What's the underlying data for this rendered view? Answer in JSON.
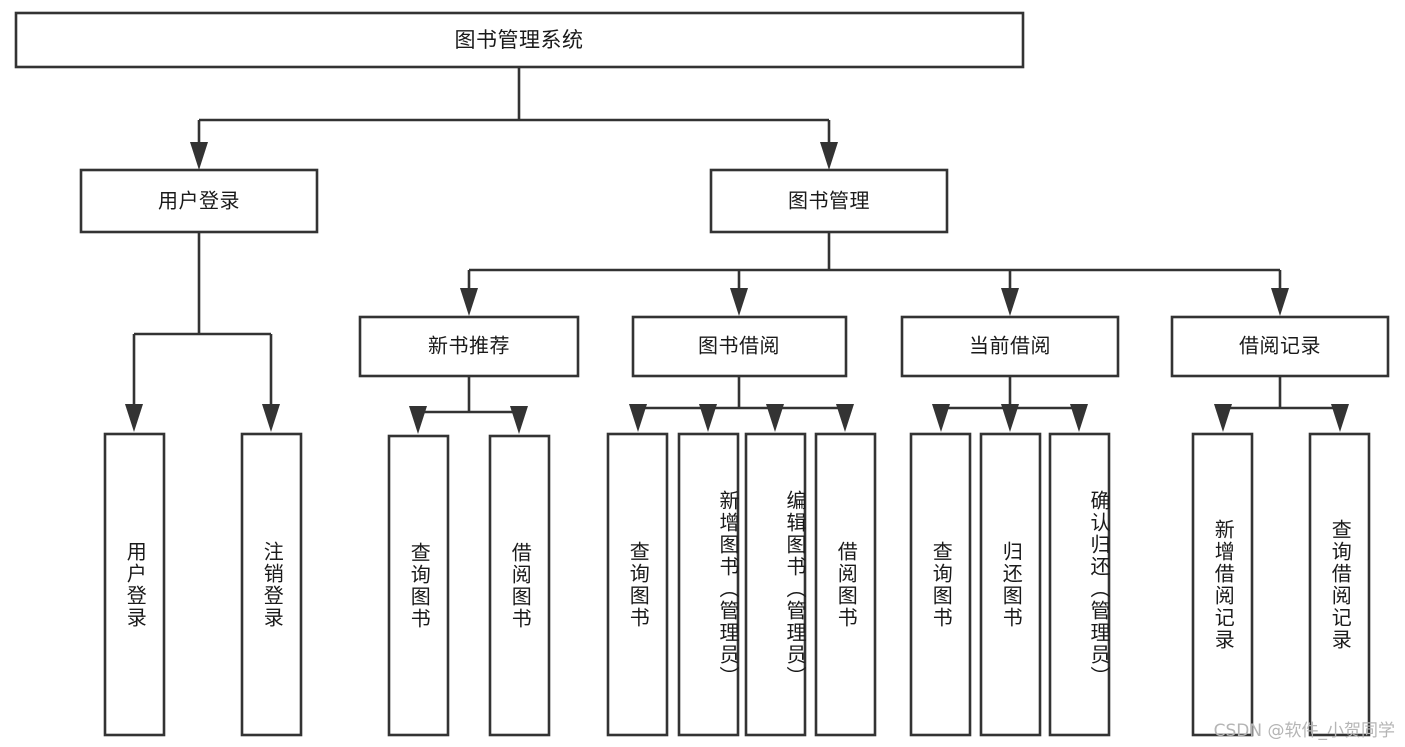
{
  "diagram": {
    "type": "tree",
    "title": "图书管理系统",
    "root": {
      "id": "root",
      "label": "图书管理系统"
    },
    "level2": [
      {
        "id": "user-login",
        "label": "用户登录"
      },
      {
        "id": "book-manage",
        "label": "图书管理"
      }
    ],
    "level3": [
      {
        "id": "new-book-recommend",
        "label": "新书推荐",
        "parent": "book-manage"
      },
      {
        "id": "book-borrow",
        "label": "图书借阅",
        "parent": "book-manage"
      },
      {
        "id": "current-borrow",
        "label": "当前借阅",
        "parent": "book-manage"
      },
      {
        "id": "borrow-record",
        "label": "借阅记录",
        "parent": "book-manage"
      }
    ],
    "leaves": {
      "user-login": [
        {
          "id": "leaf-user-login",
          "label": "用户登录"
        },
        {
          "id": "leaf-user-logout",
          "label": "注销登录"
        }
      ],
      "new-book-recommend": [
        {
          "id": "leaf-query-book-1",
          "label": "查询图书"
        },
        {
          "id": "leaf-borrow-book-1",
          "label": "借阅图书"
        }
      ],
      "book-borrow": [
        {
          "id": "leaf-query-book-2",
          "label": "查询图书"
        },
        {
          "id": "leaf-add-book",
          "label": "新增图书（管理员）"
        },
        {
          "id": "leaf-edit-book",
          "label": "编辑图书（管理员）"
        },
        {
          "id": "leaf-borrow-book-2",
          "label": "借阅图书"
        }
      ],
      "current-borrow": [
        {
          "id": "leaf-query-book-3",
          "label": "查询图书"
        },
        {
          "id": "leaf-return-book",
          "label": "归还图书"
        },
        {
          "id": "leaf-confirm-return",
          "label": "确认归还（管理员）"
        }
      ],
      "borrow-record": [
        {
          "id": "leaf-add-record",
          "label": "新增借阅记录"
        },
        {
          "id": "leaf-query-record",
          "label": "查询借阅记录"
        }
      ]
    }
  },
  "watermark": {
    "text": "CSDN @软件_小贺同学"
  },
  "colors": {
    "box_stroke": "#333333",
    "box_fill": "#ffffff",
    "text": "#1a1a1a",
    "background": "#ffffff",
    "watermark": "#b5b5b5"
  }
}
